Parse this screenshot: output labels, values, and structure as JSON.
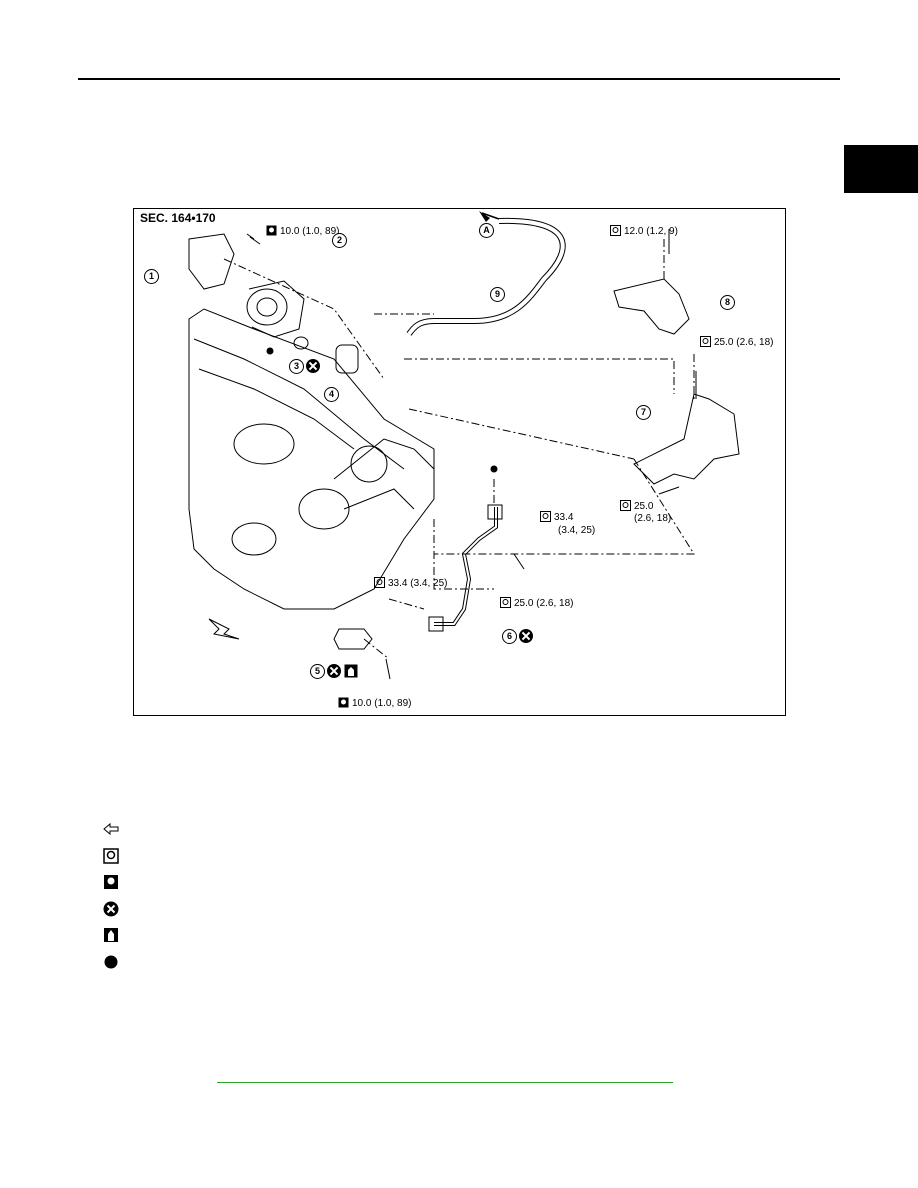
{
  "figure": {
    "section_label": "SEC. 164•170",
    "torques": {
      "t1": "10.0 (1.0, 89)",
      "t2": "12.0 (1.2, 9)",
      "t3": "25.0 (2.6, 18)",
      "t4_line1": "25.0",
      "t4_line2": "(2.6, 18)",
      "t5_line1": "33.4",
      "t5_line2": "(3.4, 25)",
      "t6": "33.4 (3.4, 25)",
      "t7": "25.0 (2.6, 18)",
      "t8": "10.0 (1.0, 89)"
    },
    "callouts": {
      "c1": "1",
      "c2": "2",
      "c3": "3",
      "c4": "4",
      "c5": "5",
      "c6": "6",
      "c7": "7",
      "c8": "8",
      "c9": "9",
      "cA": "A"
    }
  },
  "legend": {
    "icons": [
      "front-arrow-icon",
      "torque-wrench-icon",
      "torque-wrench-filled-icon",
      "do-not-reuse-icon",
      "sealant-icon",
      "black-dot-icon"
    ]
  }
}
